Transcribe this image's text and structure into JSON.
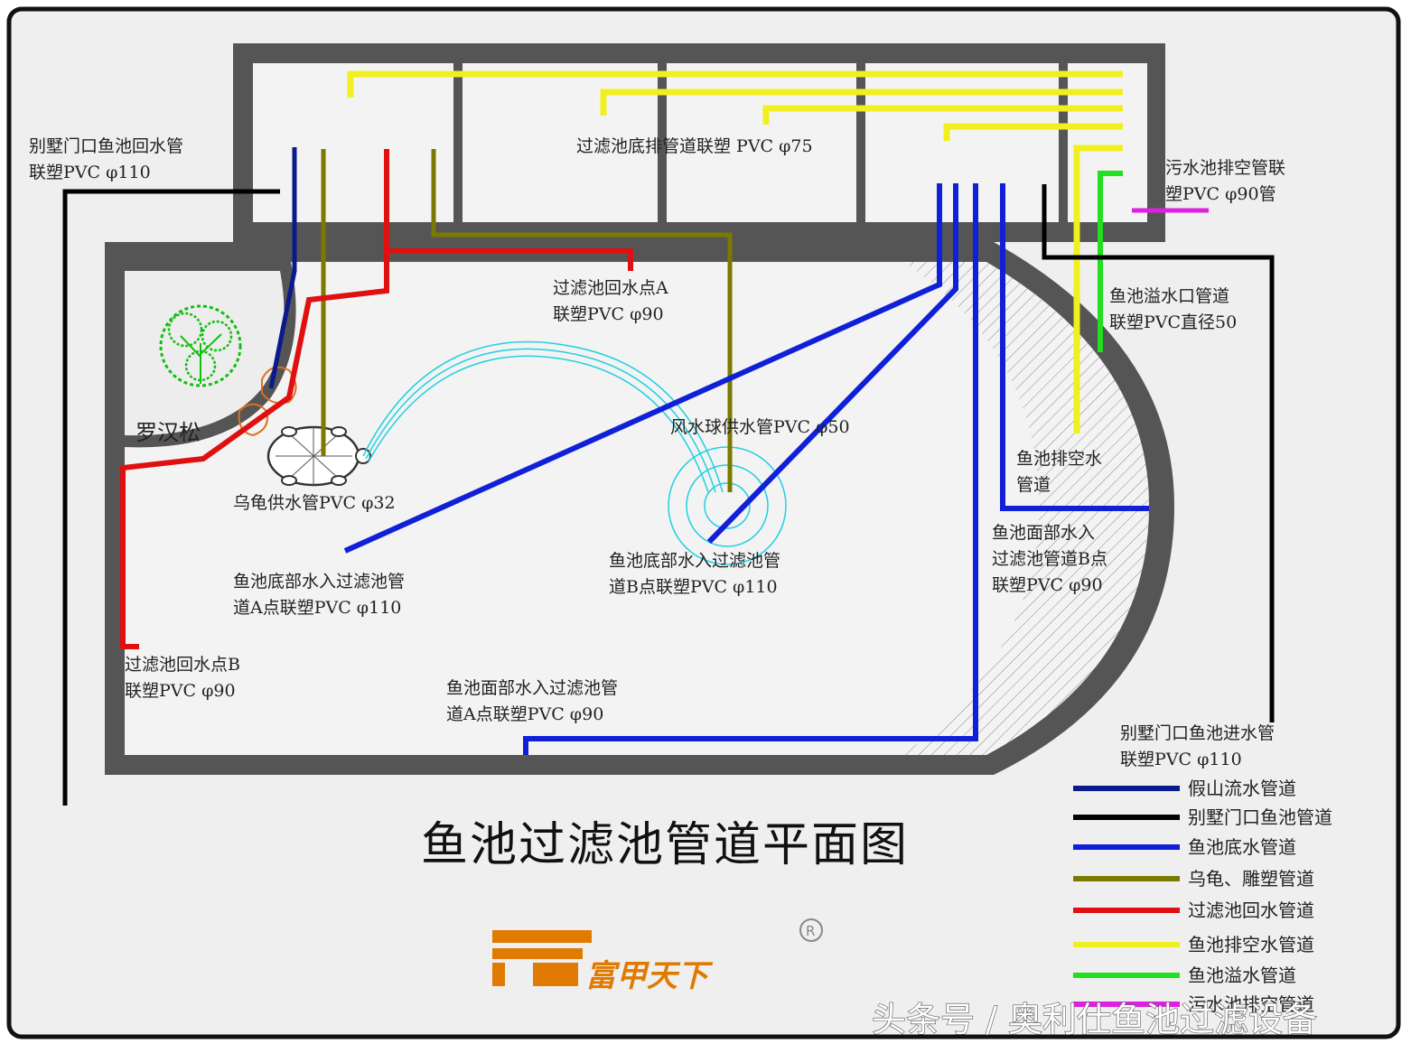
{
  "title": "鱼池过滤池管道平面图",
  "tree_label": "罗汉松",
  "labels": {
    "villa_return_1": "别墅门口鱼池回水管",
    "villa_return_2": "联塑PVC φ110",
    "filter_drain_1": "过滤池底排管道联塑 PVC φ75",
    "sewage_1": "污水池排空管联",
    "sewage_2": "塑PVC φ90管",
    "filter_return_a_1": "过滤池回水点A",
    "filter_return_a_2": "联塑PVC φ90",
    "overflow_1": "鱼池溢水口管道",
    "overflow_2": "联塑PVC直径50",
    "fengshui_1": "风水球供水管PVC φ50",
    "drain_1": "鱼池排空水",
    "drain_2": "管道",
    "turtle_1": "乌龟供水管PVC φ32",
    "surface_b_1": "鱼池面部水入",
    "surface_b_2": "过滤池管道B点",
    "surface_b_3": "联塑PVC φ90",
    "bottom_b_1": "鱼池底部水入过滤池管",
    "bottom_b_2": "道B点联塑PVC φ110",
    "bottom_a_1": "鱼池底部水入过滤池管",
    "bottom_a_2": "道A点联塑PVC φ110",
    "filter_return_b_1": "过滤池回水点B",
    "filter_return_b_2": "联塑PVC φ90",
    "surface_a_1": "鱼池面部水入过滤池管",
    "surface_a_2": "道A点联塑PVC φ90",
    "villa_inlet_1": "别墅门口鱼池进水管",
    "villa_inlet_2": "联塑PVC φ110"
  },
  "legend": [
    {
      "label": "假山流水管道",
      "color": "#0a1a8a"
    },
    {
      "label": "别墅门口鱼池管道",
      "color": "#000000"
    },
    {
      "label": "鱼池底水管道",
      "color": "#1020d8"
    },
    {
      "label": "乌龟、雕塑管道",
      "color": "#7a7a00"
    },
    {
      "label": "过滤池回水管道",
      "color": "#e01010"
    },
    {
      "label": "鱼池排空水管道",
      "color": "#f0f020"
    },
    {
      "label": "鱼池溢水管道",
      "color": "#20e020"
    },
    {
      "label": "污水池排空管道",
      "color": "#e020e0"
    }
  ],
  "logo": {
    "text": "富甲天下",
    "mark": "R"
  },
  "watermark": "头条号 / 奥利仕鱼池过滤设备",
  "colors": {
    "wall": "#555555",
    "blue": "#1020d8",
    "darkblue": "#0a1a8a",
    "black": "#000000",
    "olive": "#7a7a00",
    "red": "#e01010",
    "yellow": "#f0f020",
    "green": "#20e020",
    "magenta": "#e020e0",
    "cyan": "#20d0e0",
    "tree": "#10c010",
    "logo": "#e07a00"
  }
}
